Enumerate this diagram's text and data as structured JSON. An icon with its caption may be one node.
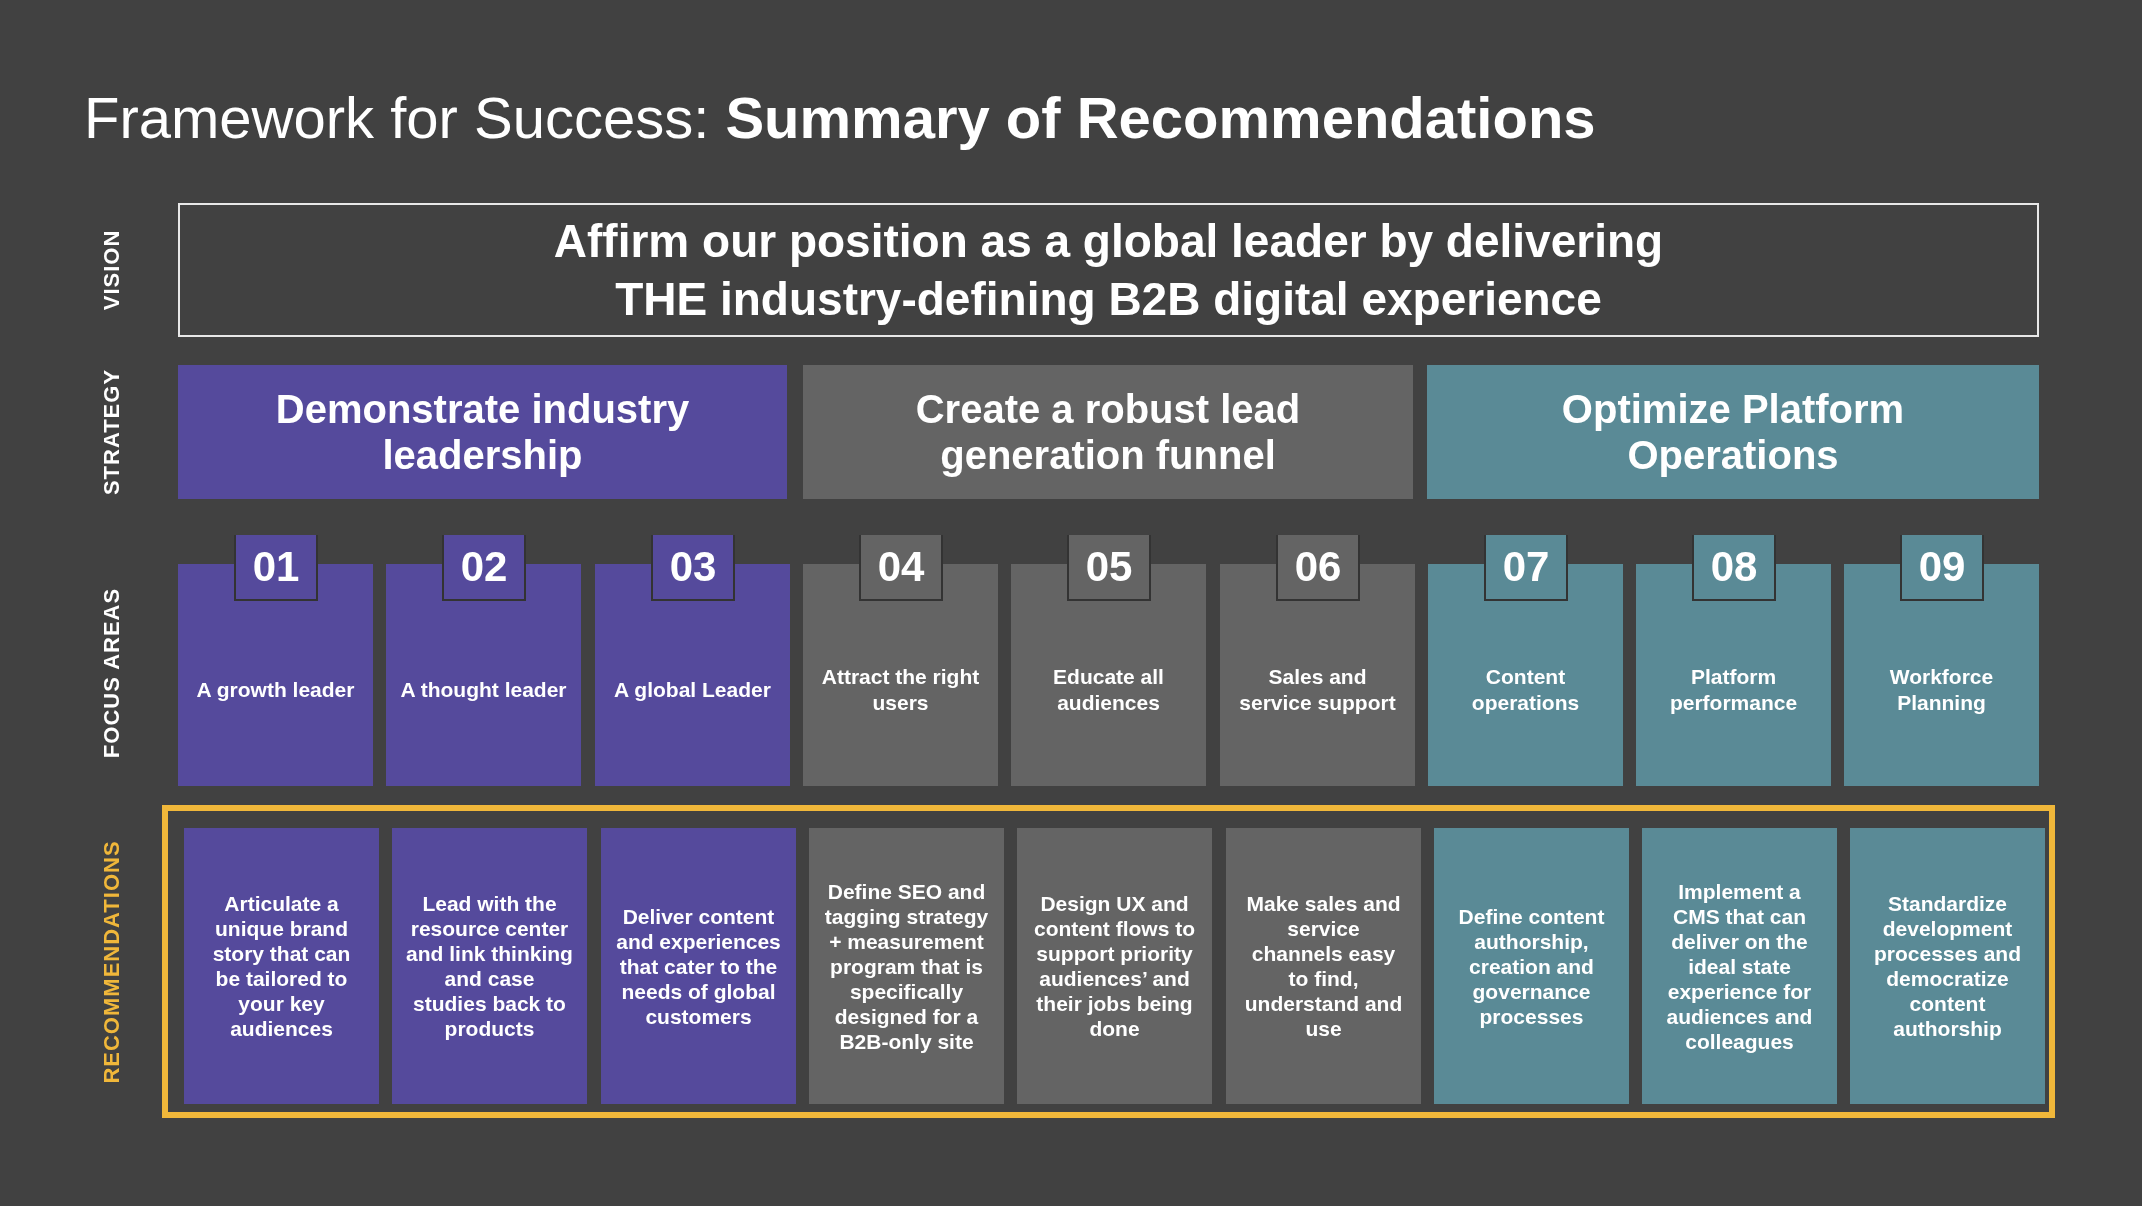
{
  "diagram": {
    "title": "Framework for Success: **Summary of Recommendations**",
    "nodes": [
      {
        "text": [
          "Affirm our position as a global leader by delivering THE industry-defining B2B digital experience"
        ]
      },
      {
        "text": [
          "Demonstrate industry leadership"
        ]
      },
      {
        "text": [
          "Create a robust lead generation funnel"
        ]
      },
      {
        "text": [
          "Optimize Platform Operations"
        ]
      },
      {
        "text": [
          "01",
          "A growth leader"
        ]
      },
      {
        "text": [
          "02",
          "A thought leader"
        ]
      },
      {
        "text": [
          "03",
          "A global Leader"
        ]
      },
      {
        "text": [
          "04",
          "Attract the right users"
        ]
      },
      {
        "text": [
          "05",
          "Educate all audiences"
        ]
      },
      {
        "text": [
          "06",
          "Sales and service support"
        ]
      },
      {
        "text": [
          "07",
          "Content operations"
        ]
      },
      {
        "text": [
          "08",
          "Platform performance"
        ]
      },
      {
        "text": [
          "09",
          "Workforce Planning"
        ]
      },
      {
        "text": [
          "RECOMMENDATIONS"
        ]
      },
      {
        "text": [
          "Articulate a unique brand story that can be tailored to your key audiences"
        ],
        "in": 13
      },
      {
        "text": [
          "Lead with the resource center and link thinking and case studies back to products"
        ],
        "in": 13
      },
      {
        "text": [
          "Deliver content and experiences that cater to the needs of global customers"
        ],
        "in": 13
      },
      {
        "text": [
          "Define SEO and tagging strategy + measurement program that is specifically designed for a B2B-only site"
        ],
        "in": 13
      },
      {
        "text": [
          "Design UX and content flows to support priority audiences’ and their jobs being done"
        ],
        "in": 13
      },
      {
        "text": [
          "Make sales and service channels easy to find, understand and use"
        ],
        "in": 13
      },
      {
        "text": [
          "Define content authorship, creation and governance processes"
        ],
        "in": 13
      },
      {
        "text": [
          "Implement a CMS that can deliver on the ideal state experience for audiences and colleagues"
        ],
        "in": 13
      },
      {
        "text": [
          "Standardize development processes and democratize content authorship"
        ],
        "in": 13
      }
    ],
    "labels": [
      "VISION",
      "STRATEGY",
      "FOCUS AREAS"
    ]
  }
}
